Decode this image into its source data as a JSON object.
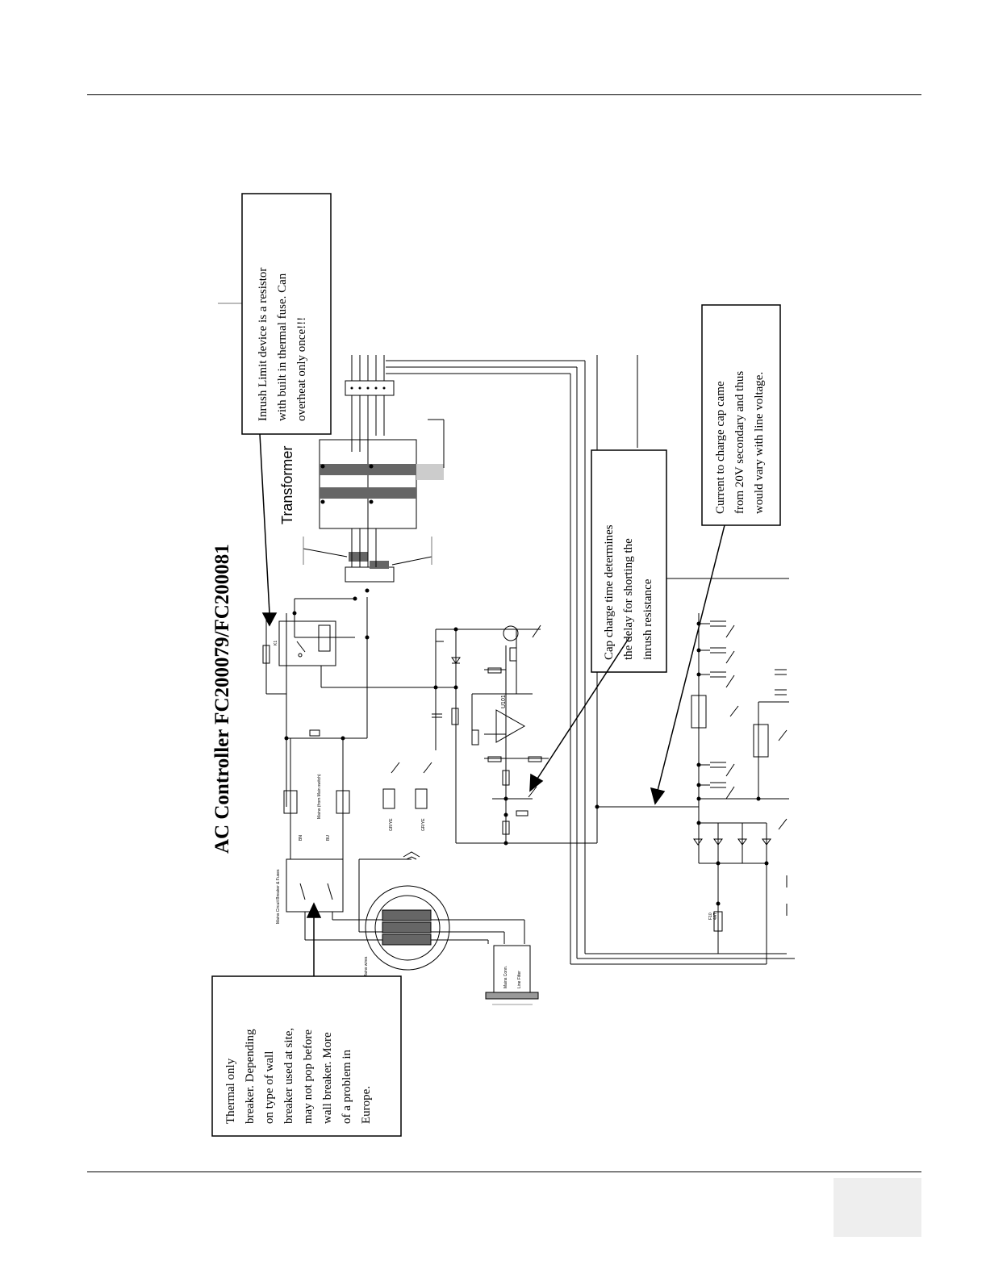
{
  "title": "AC Controller FC200079/FC200081",
  "transformer_label": "Transformer",
  "callouts": {
    "inrush": [
      "Inrush Limit device is a resistor",
      "with built in thermal fuse.  Can",
      "overheat only once!!!"
    ],
    "cap_charge": [
      "Cap charge time determines",
      "the delay for shorting the",
      "inrush resistance"
    ],
    "current": [
      "Current to charge cap came",
      "from 20V  secondary and thus",
      "would vary with line voltage."
    ],
    "thermal": [
      "Thermal only",
      "breaker. Depending",
      "on type of wall",
      "breaker used at site,",
      "may not pop before",
      "wall breaker.  More",
      "of a problem in",
      "Europe."
    ]
  },
  "small_labels": {
    "breaker": "Mains Circuit Breaker & Fuses",
    "bn": "BN",
    "bu": "BU",
    "mains_switch": "Mains (from Main switch)",
    "grye1": "GR/YE",
    "grye2": "GR/YE",
    "mains_wires": "Mains wires",
    "mains_conn": "Mains Conn.",
    "line_filter": "Line Filter",
    "opamp": "U101",
    "fuse": "F10",
    "fuse_rating": "4AT",
    "k1": "K1"
  },
  "colors": {
    "ink": "#000000",
    "winding": "#666666",
    "page_box": "#eeeeee"
  }
}
